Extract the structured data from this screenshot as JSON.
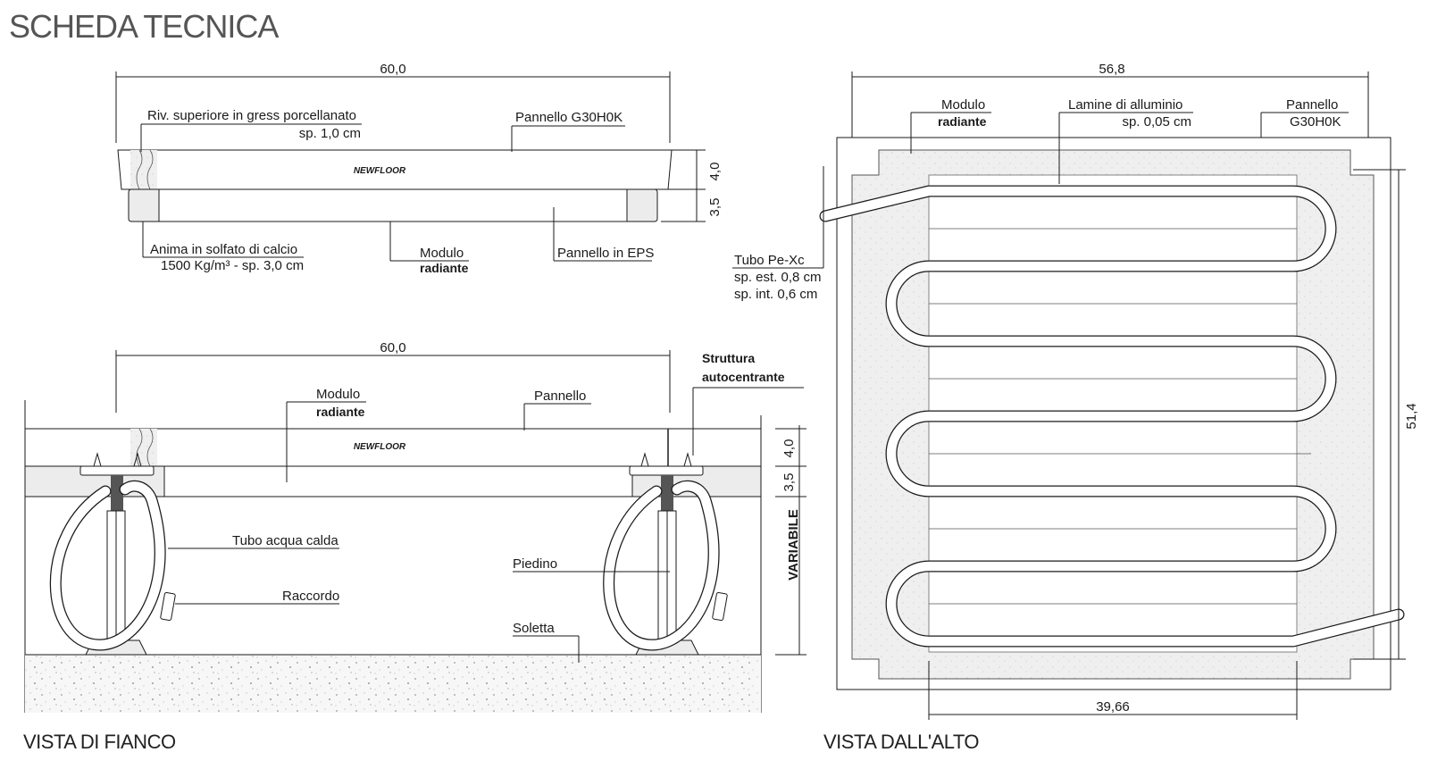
{
  "title": "SCHEDA TECNICA",
  "brand": "NEWFLOOR",
  "section_view": {
    "dim_width": "60,0",
    "dim_top_thickness": "4,0",
    "dim_bottom_thickness": "3,5",
    "label_rivestimento_1": "Riv. superiore in gress porcellanato",
    "label_rivestimento_2": "sp. 1,0 cm",
    "label_pannello": "Pannello G30H0K",
    "label_anima_1": "Anima in solfato di calcio",
    "label_anima_2": "1500 Kg/m³ - sp. 3,0 cm",
    "label_modulo_1": "Modulo",
    "label_modulo_2": "radiante",
    "label_eps": "Pannello in EPS"
  },
  "side_view": {
    "name": "VISTA DI FIANCO",
    "dim_width": "60,0",
    "dim_top_thickness": "4,0",
    "dim_bottom_thickness": "3,5",
    "dim_height": "VARIABILE",
    "label_modulo_1": "Modulo",
    "label_modulo_2": "radiante",
    "label_pannello": "Pannello",
    "label_struttura_1": "Struttura",
    "label_struttura_2": "autocentrante",
    "label_tubo": "Tubo acqua calda",
    "label_raccordo": "Raccordo",
    "label_piedino": "Piedino",
    "label_soletta": "Soletta"
  },
  "top_view": {
    "name": "VISTA DALL'ALTO",
    "dim_width": "56,8",
    "dim_height": "51,4",
    "dim_bottom": "39,66",
    "label_modulo_1": "Modulo",
    "label_modulo_2": "radiante",
    "label_lamine_1": "Lamine di alluminio",
    "label_lamine_2": "sp. 0,05 cm",
    "label_pannello_1": "Pannello",
    "label_pannello_2": "G30H0K",
    "label_tubo_1": "Tubo Pe-Xc",
    "label_tubo_2": "sp. est. 0,8 cm",
    "label_tubo_3": "sp. int. 0,6 cm"
  }
}
